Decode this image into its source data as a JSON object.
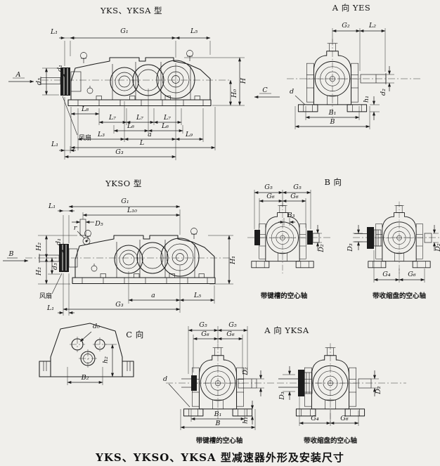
{
  "drawing_title": "YKS、YKSO、YKSA 型减速器外形及安装尺寸",
  "views": {
    "yks_side": {
      "title": "YKS、YKSA 型",
      "arrow_a": "A",
      "arrow_c": "C",
      "fan": "风扇",
      "dims": {
        "L1": "L₁",
        "G1": "G₁",
        "L5": "L₅",
        "d1": "d₁",
        "d3": "d₃",
        "H": "H",
        "H0": "H₀",
        "L8": "L₈",
        "L7": "L₇",
        "L6": "L₆",
        "L3": "L₃",
        "a": "a",
        "L9": "L₉",
        "L": "L",
        "G3": "G₃"
      }
    },
    "a_view_yks": {
      "title": "A 向 YES",
      "dims": {
        "G2": "G₂",
        "L2": "L₂",
        "d": "d",
        "h1": "h₁",
        "d2": "d₂",
        "B1": "B₁",
        "B": "B"
      }
    },
    "ykso_side": {
      "title": "YKSO 型",
      "arrow_b": "B",
      "fan": "风扇",
      "dims": {
        "L1": "L₁",
        "G1": "G₁",
        "L10": "L₁₀",
        "D5": "D₅",
        "r": "r",
        "H2": "H₂",
        "d1": "d₁",
        "d3": "d₃",
        "H1": "H₁",
        "a": "a",
        "L5": "L₅",
        "G3": "G₃"
      }
    },
    "b_view": {
      "title": "B 向",
      "keyway_caption": "带键槽的空心轴",
      "shrink_caption": "带收缩盘的空心轴",
      "dims": {
        "G5": "G₅",
        "G6": "G₆",
        "B3": "B₃",
        "D2": "D₂",
        "D3": "D₃",
        "G4": "G₄"
      }
    },
    "c_view": {
      "title": "C 向",
      "dims": {
        "d0": "d₀",
        "h2": "h₂",
        "B2": "B₂"
      }
    },
    "a_view_yksa": {
      "title": "A 向 YKSA",
      "keyway_caption": "带键槽的空心轴",
      "shrink_caption": "带收缩盘的空心轴",
      "dims": {
        "G5": "G₅",
        "G6": "G₆",
        "D2": "D₂",
        "D3": "D₃",
        "G4": "G₄",
        "d": "d",
        "B1": "B₁",
        "B": "B",
        "h1": "h₁"
      }
    }
  }
}
